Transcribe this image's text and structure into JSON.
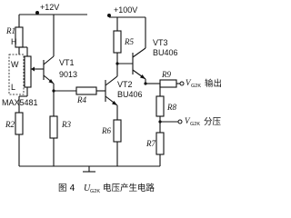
{
  "labels": {
    "vcc12": "+12V",
    "vcc100": "+100V",
    "r1": "R1",
    "r2": "R2",
    "r3": "R3",
    "r4": "R4",
    "r5": "R5",
    "r6": "R6",
    "r7": "R7",
    "r8": "R8",
    "r9": "R9",
    "h_pin": "H",
    "w_pin": "W",
    "l_pin": "L",
    "ic": "MAX5481",
    "vt1": "VT1",
    "vt1_part": "9013",
    "vt2": "VT2",
    "vt2_part": "BU406",
    "vt3": "VT3",
    "vt3_part": "BU406",
    "vout_out_main": "V",
    "vout_out_sub": "G2K",
    "vout_out_text": "输出",
    "vout_div_main": "V",
    "vout_div_sub": "G2K",
    "vout_div_text": "分压"
  },
  "caption": {
    "fig": "图 4",
    "u_main": "U",
    "u_sub": "G2K",
    "text": "电压产生电路"
  }
}
